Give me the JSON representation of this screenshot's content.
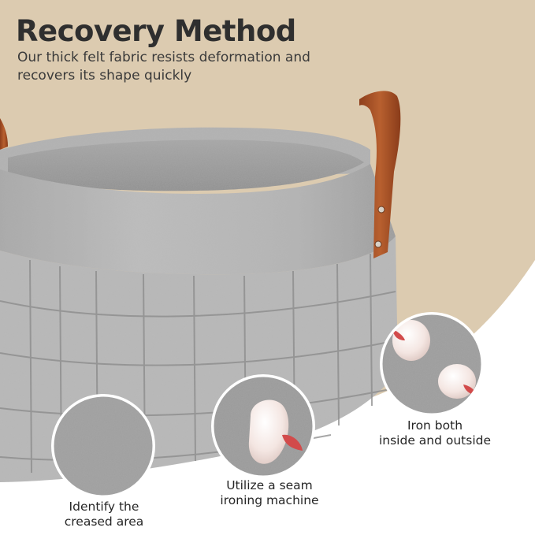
{
  "header": {
    "title": "Recovery Method",
    "subtitle_line1": "Our thick felt fabric resists deformation and",
    "subtitle_line2": "recovers its shape quickly"
  },
  "steps": [
    {
      "line1": "Identify the",
      "line2": "creased area",
      "icon": "felt-closeup"
    },
    {
      "line1": "Utilize a seam",
      "line2": "ironing machine",
      "icon": "seam-iron"
    },
    {
      "line1": "Iron both",
      "line2": "inside and outside",
      "icon": "two-seam-irons"
    }
  ],
  "colors": {
    "background_beige": "#dccbb0",
    "background_white": "#ffffff",
    "felt_gray": "#b9b9b9",
    "felt_dark": "#a2a2a2",
    "handle_brown": "#a8532b",
    "iron_red": "#d24b4b"
  }
}
